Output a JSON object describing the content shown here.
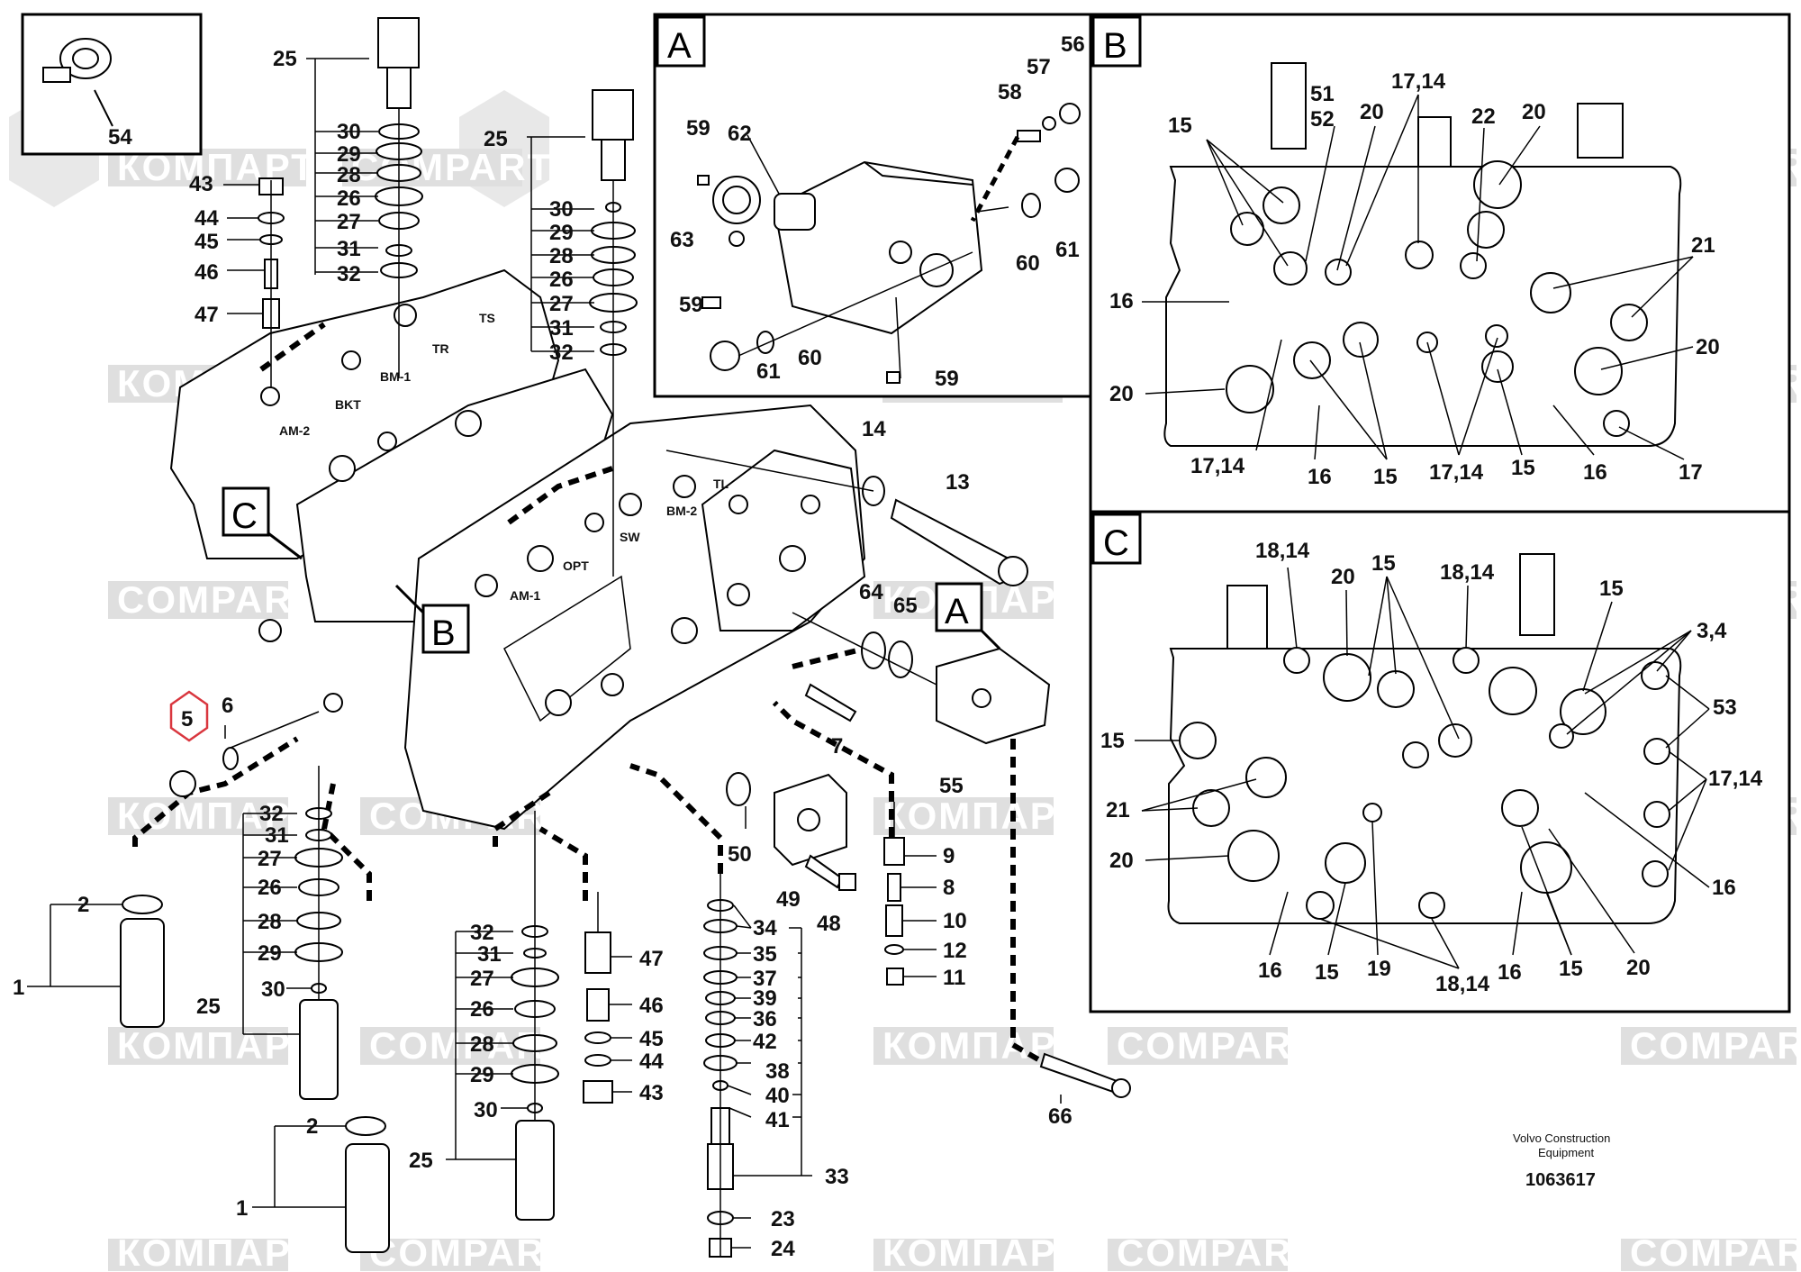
{
  "watermarks": {
    "cyrillic": "КОМПАРТ",
    "latin": "COMPART"
  },
  "callouts": {
    "A": "A",
    "B": "B",
    "C": "C"
  },
  "ports": {
    "ts": "TS",
    "tr": "TR",
    "bm1": "BM-1",
    "bkt": "BKT",
    "am2": "AM-2",
    "tl": "TL",
    "bm2": "BM-2",
    "sw": "SW",
    "opt": "OPT",
    "am1": "AM-1"
  },
  "footer": {
    "company_line1": "Volvo Construction",
    "company_line2": "Equipment",
    "drawing_number": "1063617"
  },
  "highlight_color": "#d9363e",
  "labels": {
    "main": {
      "l54": "54",
      "l25a": "25",
      "l30a": "30",
      "l29a": "29",
      "l28a": "28",
      "l26a": "26",
      "l27a": "27",
      "l31a": "31",
      "l32a": "32",
      "l43a": "43",
      "l44a": "44",
      "l45a": "45",
      "l46a": "46",
      "l47a": "47",
      "l25b": "25",
      "l30b": "30",
      "l29b": "29",
      "l28b": "28",
      "l26b": "26",
      "l27b": "27",
      "l31b": "31",
      "l32b": "32",
      "l14": "14",
      "l13": "13",
      "l64": "64",
      "l65": "65",
      "l7": "7",
      "l55": "55",
      "l5": "5",
      "l6": "6",
      "l32c": "32",
      "l31c": "31",
      "l27c": "27",
      "l26c": "26",
      "l28c": "28",
      "l29c": "29",
      "l30c": "30",
      "l25c": "25",
      "l2a": "2",
      "l1a": "1",
      "l50": "50",
      "l49": "49",
      "l48": "48",
      "l9": "9",
      "l8": "8",
      "l10": "10",
      "l12": "12",
      "l11": "11",
      "l32d": "32",
      "l31d": "31",
      "l27d": "27",
      "l26d": "26",
      "l28d": "28",
      "l29d": "29",
      "l30d": "30",
      "l25d": "25",
      "l47b": "47",
      "l46b": "46",
      "l45b": "45",
      "l44b": "44",
      "l43b": "43",
      "l34": "34",
      "l35": "35",
      "l37": "37",
      "l39": "39",
      "l36": "36",
      "l42": "42",
      "l38": "38",
      "l40": "40",
      "l41": "41",
      "l33": "33",
      "l23": "23",
      "l24": "24",
      "l2b": "2",
      "l1b": "1",
      "l66": "66"
    },
    "panelA": {
      "l56": "56",
      "l57": "57",
      "l58": "58",
      "l59a": "59",
      "l62": "62",
      "l63": "63",
      "l59b": "59",
      "l61a": "61",
      "l60a": "60",
      "l60b": "60",
      "l61b": "61",
      "l59c": "59"
    },
    "panelB": {
      "l51": "51",
      "l52": "52",
      "l1714a": "17,14",
      "l15a": "15",
      "l20a": "20",
      "l22": "22",
      "l20b": "20",
      "l21": "21",
      "l16a": "16",
      "l20c": "20",
      "l20d": "20",
      "l1714b": "17,14",
      "l16b": "16",
      "l15b": "15",
      "l1714c": "17,14",
      "l15c": "15",
      "l16c": "16",
      "l17": "17"
    },
    "panelC": {
      "l1814a": "18,14",
      "l20a": "20",
      "l15a": "15",
      "l1814b": "18,14",
      "l15b": "15",
      "l34": "3,4",
      "l53": "53",
      "l15c": "15",
      "l1714": "17,14",
      "l21": "21",
      "l20b": "20",
      "l16a": "16",
      "l16b": "16",
      "l15d": "15",
      "l19": "19",
      "l1814c": "18,14",
      "l16c": "16",
      "l15e": "15",
      "l20c": "20"
    }
  }
}
